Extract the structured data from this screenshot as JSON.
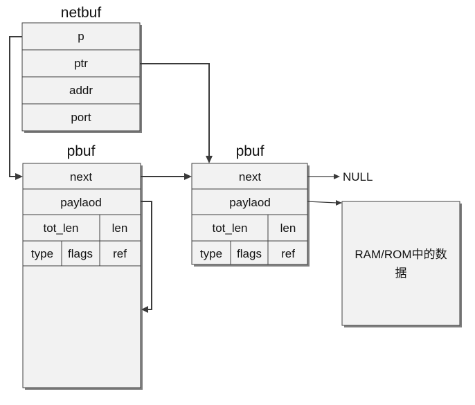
{
  "netbuf": {
    "title": "netbuf",
    "fields": [
      "p",
      "ptr",
      "addr",
      "port"
    ]
  },
  "pbuf_left": {
    "title": "pbuf",
    "next": "next",
    "payload": "paylaod",
    "tot_len": "tot_len",
    "len": "len",
    "type": "type",
    "flags": "flags",
    "ref": "ref"
  },
  "pbuf_right": {
    "title": "pbuf",
    "next": "next",
    "payload": "paylaod",
    "tot_len": "tot_len",
    "len": "len",
    "type": "type",
    "flags": "flags",
    "ref": "ref"
  },
  "null_label": "NULL",
  "memory_box": {
    "line1": "RAM/ROM中的数",
    "line2": "据"
  }
}
